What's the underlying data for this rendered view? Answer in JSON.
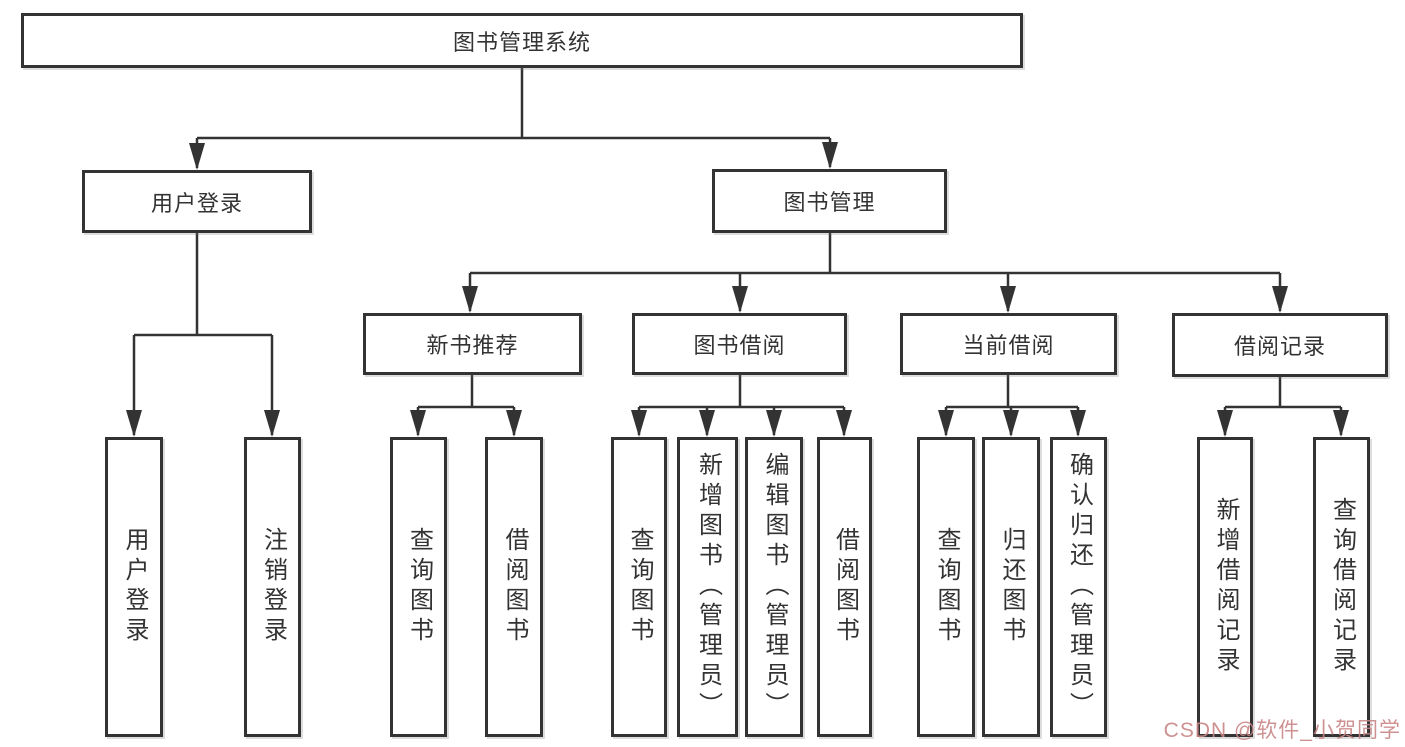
{
  "nodes": {
    "root": "图书管理系统",
    "user_login": "用户登录",
    "book_management": "图书管理",
    "new_book_recommend": "新书推荐",
    "book_borrow": "图书借阅",
    "current_borrow": "当前借阅",
    "borrow_records": "借阅记录",
    "leaf_user_login": "用户登录",
    "leaf_logout": "注销登录",
    "nbr_query": "查询图书",
    "nbr_borrow": "借阅图书",
    "bb_query": "查询图书",
    "bb_add": "新增图书（管理员）",
    "bb_edit": "编辑图书（管理员）",
    "bb_borrow": "借阅图书",
    "cb_query": "查询图书",
    "cb_return": "归还图书",
    "cb_confirm": "确认归还（管理员）",
    "br_add": "新增借阅记录",
    "br_query": "查询借阅记录"
  },
  "hierarchy": {
    "图书管理系统": {
      "用户登录": [
        "用户登录",
        "注销登录"
      ],
      "图书管理": {
        "新书推荐": [
          "查询图书",
          "借阅图书"
        ],
        "图书借阅": [
          "查询图书",
          "新增图书（管理员）",
          "编辑图书（管理员）",
          "借阅图书"
        ],
        "当前借阅": [
          "查询图书",
          "归还图书",
          "确认归还（管理员）"
        ],
        "借阅记录": [
          "新增借阅记录",
          "查询借阅记录"
        ]
      }
    }
  },
  "watermark": "CSDN @软件_小贺同学",
  "colors": {
    "line": "#333333",
    "box_border": "#333333",
    "text": "#333333",
    "watermark": "#c98585",
    "background": "#ffffff"
  }
}
